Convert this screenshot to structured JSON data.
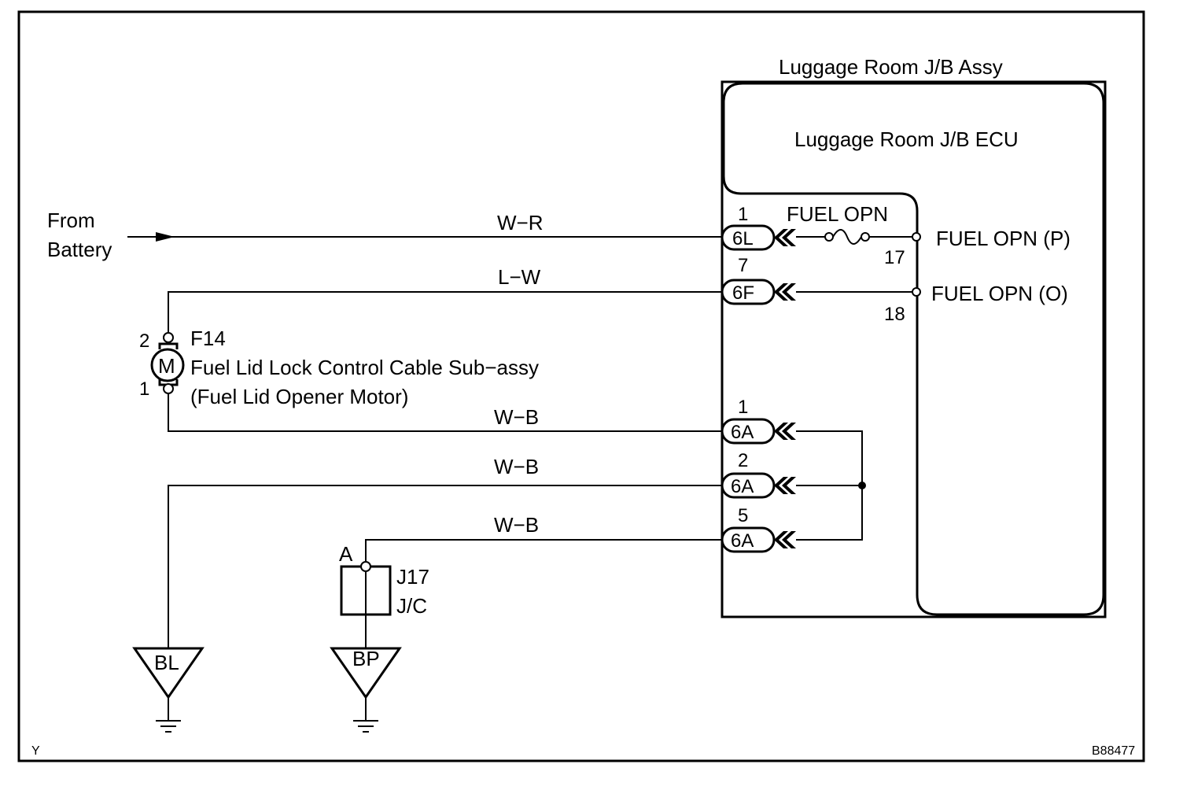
{
  "labels": {
    "luggage_jb_assy": "Luggage Room J/B Assy",
    "luggage_jb_ecu": "Luggage Room J/B ECU",
    "from": "From",
    "battery": "Battery",
    "fuel_opn": "FUEL OPN",
    "fuel_opn_p": "FUEL OPN (P)",
    "fuel_opn_o": "FUEL OPN (O)",
    "motor_code": "F14",
    "motor_symbol": "M",
    "motor_name": "Fuel Lid Lock Control Cable Sub−assy",
    "motor_desc": "(Fuel Lid Opener Motor)",
    "jc_code": "J17",
    "jc_name": "J/C",
    "jc_pin": "A",
    "ground_bl": "BL",
    "ground_bp": "BP",
    "corner_left": "Y",
    "figure_id": "B88477"
  },
  "wires": {
    "wr": "W−R",
    "lw": "L−W",
    "wb1": "W−B",
    "wb2": "W−B",
    "wb3": "W−B"
  },
  "connectors": {
    "c1": {
      "code": "6L",
      "pin": "1"
    },
    "c2": {
      "code": "6F",
      "pin": "7"
    },
    "c3": {
      "code": "6A",
      "pin": "1"
    },
    "c4": {
      "code": "6A",
      "pin": "2"
    },
    "c5": {
      "code": "6A",
      "pin": "5"
    }
  },
  "ecu_pins": {
    "p": "17",
    "o": "18"
  },
  "motor_pins": {
    "top": "2",
    "bottom": "1"
  }
}
